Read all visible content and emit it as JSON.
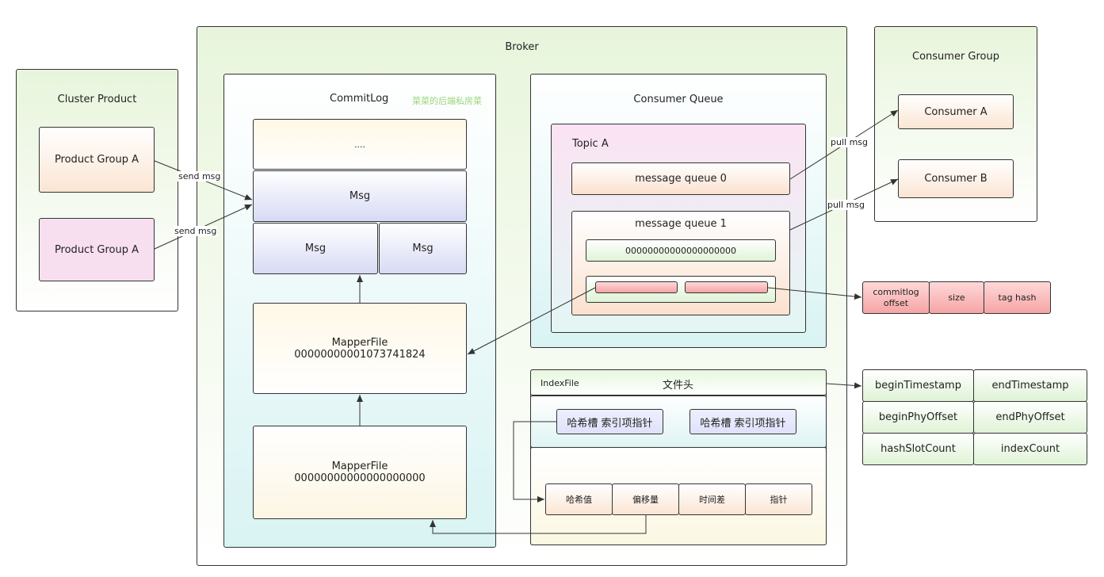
{
  "cluster_product": {
    "title": "Cluster Product",
    "groups": [
      "Product Group A",
      "Product Group A"
    ]
  },
  "broker": {
    "title": "Broker",
    "commitlog": {
      "title": "CommitLog",
      "watermark": "菜菜的后端私房菜",
      "top_block": "....",
      "msg_full": "Msg",
      "msg_left": "Msg",
      "msg_right": "Msg",
      "mapper_1": {
        "title": "MapperFile",
        "offset": "00000000001073741824"
      },
      "mapper_2": {
        "title": "MapperFile",
        "offset": "00000000000000000000"
      }
    },
    "consumer_queue": {
      "title": "Consumer Queue",
      "topic": "Topic A",
      "queue_0": "message queue 0",
      "queue_1": "message queue 1",
      "queue_1_offset": "00000000000000000000"
    },
    "index_file": {
      "label": "IndexFile",
      "header": "文件头",
      "slot_1": "哈希槽 索引项指针",
      "slot_2": "哈希槽 索引项指针",
      "entry_fields": [
        "哈希值",
        "偏移量",
        "时间差",
        "指针"
      ]
    }
  },
  "consumer_group": {
    "title": "Consumer Group",
    "consumers": [
      "Consumer A",
      "Consumer B"
    ]
  },
  "edges": {
    "send_msg_1": "send msg",
    "send_msg_2": "send msg",
    "pull_msg_1": "pull msg",
    "pull_msg_2": "pull msg"
  },
  "cq_entry": {
    "fields": [
      "commitlog\noffset",
      "size",
      "tag hash"
    ]
  },
  "index_header": {
    "cells": [
      "beginTimestamp",
      "endTimestamp",
      "beginPhyOffset",
      "endPhyOffset",
      "hashSlotCount",
      "indexCount"
    ]
  }
}
